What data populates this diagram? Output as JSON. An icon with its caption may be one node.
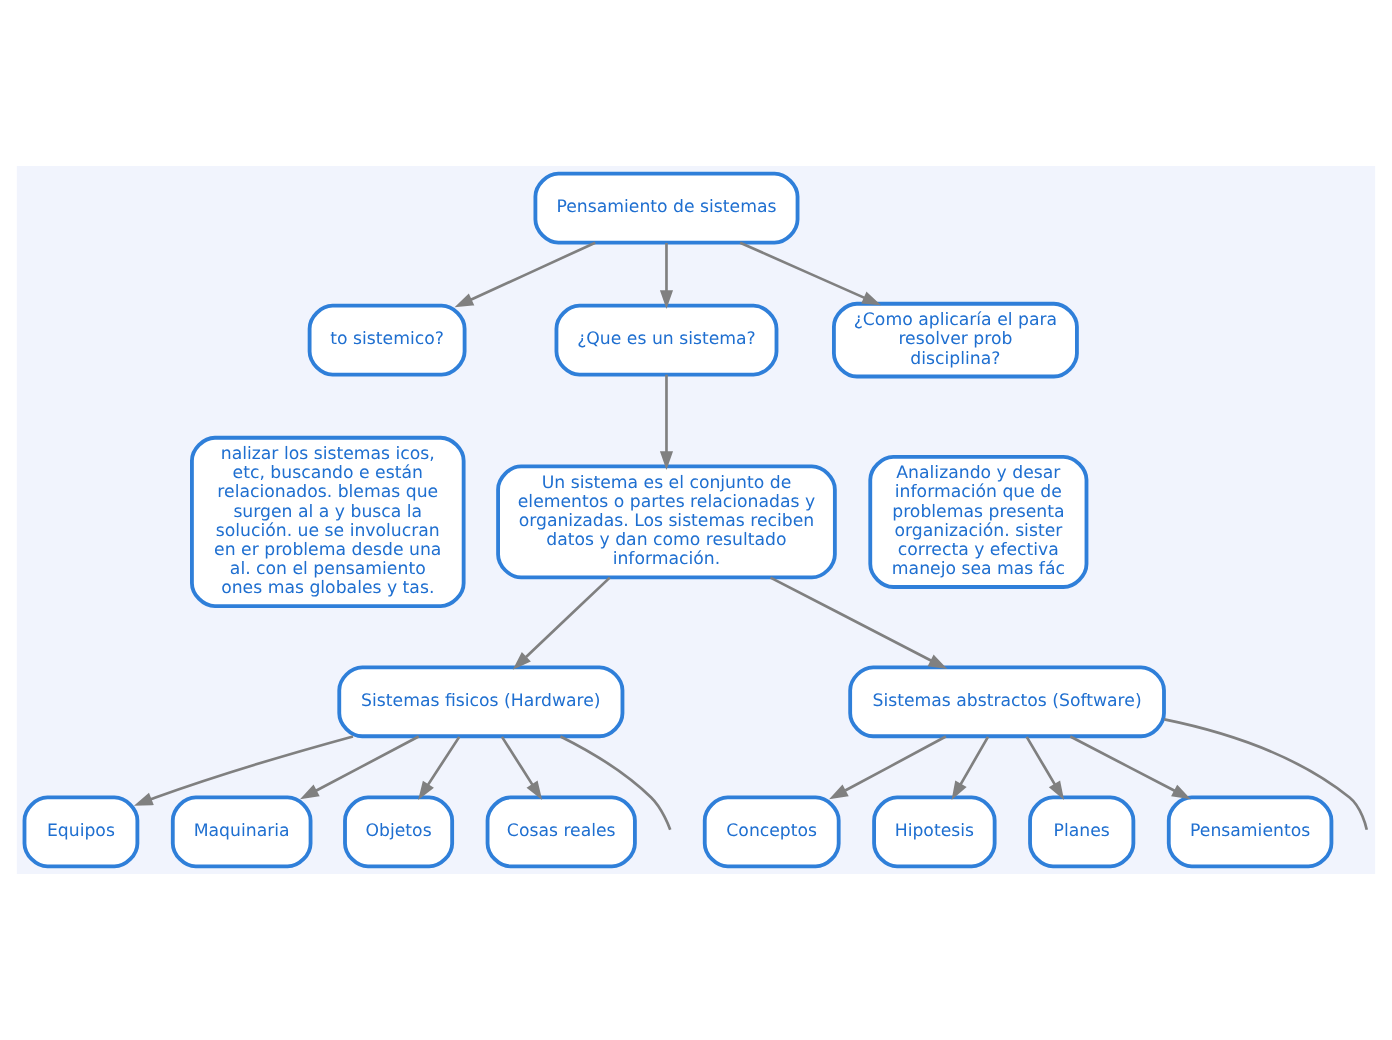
{
  "diagram": {
    "nodes": [
      {
        "text": [
          "Pensamiento de sistemas"
        ]
      },
      {
        "text": [
          "to sistemico?"
        ]
      },
      {
        "text": [
          "¿Que es un sistema?"
        ]
      },
      {
        "text": [
          "¿Como aplicaría el para resolver prob disciplina?"
        ]
      },
      {
        "text": [
          "nalizar los sistemas icos, etc, buscando e están relacionados. blemas que surgen al a y busca la solución. ue se involucran en er problema desde una al. con el pensamiento ones mas globales y tas."
        ]
      },
      {
        "text": [
          "Un sistema es el conjunto de elementos o partes relacionadas y organizadas. Los sistemas reciben datos y dan como resultado información."
        ]
      },
      {
        "text": [
          "Analizando y desar información que de problemas presenta organización. sister correcta y efectiva manejo sea mas fác"
        ]
      },
      {
        "text": [
          "Sistemas fisicos (Hardware)"
        ]
      },
      {
        "text": [
          "Sistemas abstractos (Software)"
        ]
      },
      {
        "text": [
          "Equipos"
        ]
      },
      {
        "text": [
          "Maquinaria"
        ]
      },
      {
        "text": [
          "Objetos"
        ]
      },
      {
        "text": [
          "Cosas reales"
        ]
      },
      {
        "text": [
          "Conceptos"
        ]
      },
      {
        "text": [
          "Hipotesis"
        ]
      },
      {
        "text": [
          "Planes"
        ]
      },
      {
        "text": [
          "Pensamientos"
        ]
      }
    ],
    "edges": [
      {
        "from": 0,
        "to": 1,
        "arrow": "to"
      },
      {
        "from": 0,
        "to": 2,
        "arrow": "to"
      },
      {
        "from": 0,
        "to": 3,
        "arrow": "to"
      },
      {
        "from": 2,
        "to": 5,
        "arrow": "to"
      },
      {
        "from": 5,
        "to": 7,
        "arrow": "to"
      },
      {
        "from": 5,
        "to": 8,
        "arrow": "to"
      },
      {
        "from": 7,
        "to": 9,
        "arrow": "to"
      },
      {
        "from": 7,
        "to": 10,
        "arrow": "to"
      },
      {
        "from": 7,
        "to": 11,
        "arrow": "to"
      },
      {
        "from": 7,
        "to": 12,
        "arrow": "to"
      },
      {
        "from": 7,
        "to": null,
        "arrow": "none"
      },
      {
        "from": 8,
        "to": 13,
        "arrow": "to"
      },
      {
        "from": 8,
        "to": 14,
        "arrow": "to"
      },
      {
        "from": 8,
        "to": 15,
        "arrow": "to"
      },
      {
        "from": 8,
        "to": 16,
        "arrow": "to"
      },
      {
        "from": 8,
        "to": null,
        "arrow": "none"
      }
    ]
  }
}
